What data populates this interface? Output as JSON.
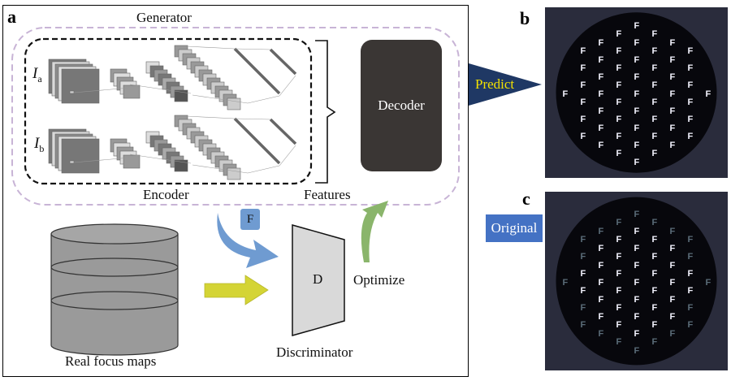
{
  "panel_labels": {
    "a": "a",
    "b": "b",
    "c": "c"
  },
  "generator": {
    "title": "Generator",
    "encoder_label": "Encoder",
    "features_label": "Features",
    "decoder_label": "Decoder",
    "inputs": [
      {
        "symbol": "I",
        "subscript": "a"
      },
      {
        "symbol": "I",
        "subscript": "b"
      }
    ]
  },
  "flow": {
    "feature_tag": "F",
    "discriminator_letter": "D",
    "discriminator_label": "Discriminator",
    "optimize_label": "Optimize",
    "database_label": "Real focus maps"
  },
  "outputs": {
    "predict_label": "Predict",
    "original_label": "Original"
  },
  "colors": {
    "generator_border": "#c8b4d6",
    "decoder_fill": "#3a3634",
    "predict_arrow": "#1f3864",
    "predict_text": "#f2e000",
    "original_box": "#4472c4",
    "feature_arrow": "#6f9bd1",
    "optimize_arrow": "#8ab56b",
    "real_arrow": "#d4d435"
  }
}
